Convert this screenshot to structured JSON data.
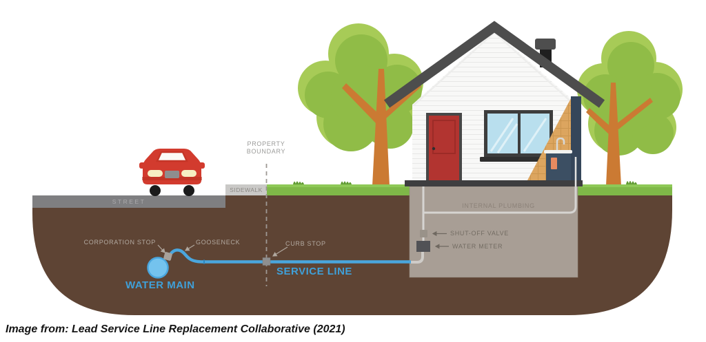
{
  "diagram": {
    "caption": "Image from: Lead Service Line Replacement Collaborative (2021)",
    "labels": {
      "property_boundary": "PROPERTY\nBOUNDARY",
      "street": "STREET",
      "sidewalk": "SIDEWALK",
      "corporation_stop": "CORPORATION STOP",
      "gooseneck": "GOOSENECK",
      "curb_stop": "CURB STOP",
      "service_line": "SERVICE LINE",
      "water_main": "WATER MAIN",
      "internal_plumbing": "INTERNAL PLUMBING",
      "shut_off_valve": "SHUT-OFF VALVE",
      "water_meter": "WATER METER"
    },
    "colors": {
      "soil": "#5e4434",
      "grass": "#7fb848",
      "grass_highlight": "#8ec957",
      "grass_tuft": "#5f9a31",
      "street": "#7f7f81",
      "sidewalk": "#cac9c7",
      "roof": "#4d4d4d",
      "wall": "#f8f8f7",
      "foundation": "#3e3e40",
      "basement": "#a89e95",
      "door_red": "#b23430",
      "window_glass": "#b9dfee",
      "cutaway_tan": "#dca55f",
      "cutaway_navy": "#35465a",
      "sink_navy": "#3c4f63",
      "towel_orange": "#e88a60",
      "tree_light_green": "#a7cb57",
      "tree_dark_green": "#90bc47",
      "trunk_orange": "#cb7a33",
      "pipe_blue": "#4aa6dd",
      "water_main_fill": "#74c3ee",
      "pipe_gray": "#d6d4d1",
      "valve_gray": "#999289",
      "meter_dark": "#515256",
      "fitting_gray": "#a8a29b",
      "curb_stop_gray": "#8f8f8f",
      "car_red": "#d23b2e",
      "label_blue": "#3fa0d9",
      "label_gray": "#b3aaa1"
    }
  }
}
